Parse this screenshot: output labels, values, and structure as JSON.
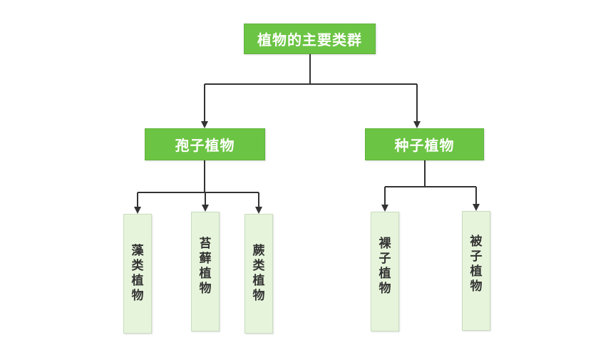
{
  "root": {
    "label": "植物的主要类群"
  },
  "branches": [
    {
      "label": "孢子植物",
      "children": [
        "藻类植物",
        "苔藓植物",
        "蕨类植物"
      ]
    },
    {
      "label": "种子植物",
      "children": [
        "裸子植物",
        "被子植物"
      ]
    }
  ],
  "colors": {
    "node_fill": "#6cc444",
    "leaf_fill": "#e6f4db",
    "connector": "#333333"
  }
}
